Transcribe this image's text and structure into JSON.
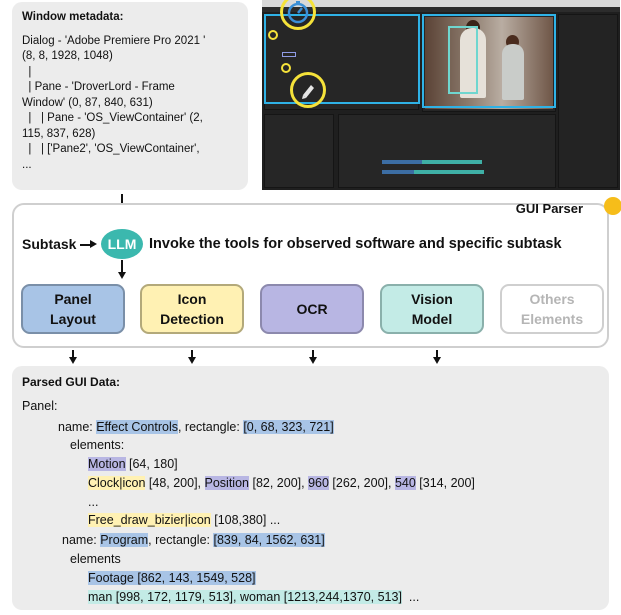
{
  "metadata": {
    "header": "Window metadata:",
    "lines": [
      "Dialog - 'Adobe Premiere Pro 2021 '",
      "(8, 8, 1928, 1048)",
      "  |",
      "  | Pane - 'DroverLord - Frame",
      "Window' (0, 87, 840, 631)",
      "  |   | Pane - 'OS_ViewContainer' (2,",
      "115, 837, 628)",
      "  |   | ['Pane2', 'OS_ViewContainer',",
      "..."
    ]
  },
  "parser": {
    "label": "GUI Parser",
    "subtask": "Subtask",
    "llm": "LLM",
    "invoke_text": "Invoke the tools for observed software and specific subtask",
    "tools": [
      {
        "line1": "Panel",
        "line2": "Layout"
      },
      {
        "line1": "Icon",
        "line2": "Detection"
      },
      {
        "line1": "OCR",
        "line2": ""
      },
      {
        "line1": "Vision",
        "line2": "Model"
      },
      {
        "line1": "Others",
        "line2": "Elements"
      }
    ]
  },
  "parsed": {
    "header": "Parsed GUI Data:",
    "panel": "Panel:",
    "name_label": "name: ",
    "rect_label": ", rectangle: ",
    "elements_label": "elements:",
    "elements_label2": "elements",
    "panel1_name": "Effect Controls",
    "panel1_rect": "[0, 68, 323, 721]",
    "motion": "Motion",
    "motion_coords": " [64, 180]",
    "clock": "Clock|icon",
    "clock_coords": " [48, 200], ",
    "position": "Position",
    "position_coords": " [82, 200], ",
    "v960": "960",
    "v960_coords": " [262, 200], ",
    "v540": "540",
    "v540_coords": " [314, 200]",
    "ellipsis": "...",
    "freedraw": "Free_draw_bizier|icon",
    "freedraw_coords": " [108,380] ...",
    "panel2_name": "Program",
    "panel2_rect": "[839, 84, 1562, 631]",
    "footage": "Footage",
    "footage_coords": " [862, 143, 1549, 528]",
    "man": "man",
    "man_coords": " [998, 172, 1179, 513], ",
    "woman": "woman",
    "woman_coords": " [1213,244,1370, 513]",
    "trailing": "  ..."
  }
}
